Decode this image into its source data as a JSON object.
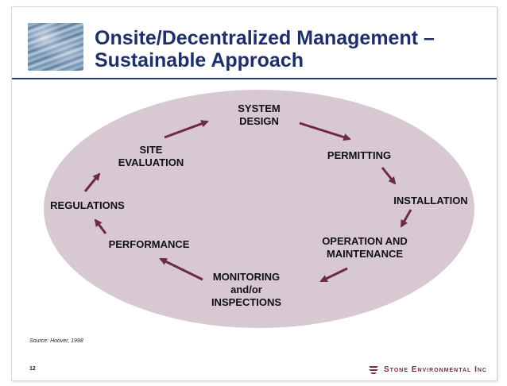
{
  "slide": {
    "title": "Onsite/Decentralized Management –\nSustainable Approach",
    "source": "Source: Hoover, 1998",
    "slide_number": "12",
    "brand_name": "Stone Environmental Inc",
    "colors": {
      "ellipse_fill": "#d8c8d2",
      "arrow": "#6b2a45",
      "title": "#1f2f6b",
      "rule": "#2b3e75"
    },
    "cycle_steps": [
      "SYSTEM\nDESIGN",
      "PERMITTING",
      "INSTALLATION",
      "OPERATION AND\nMAINTENANCE",
      "MONITORING\nand/or\nINSPECTIONS",
      "PERFORMANCE",
      "REGULATIONS",
      "SITE\nEVALUATION"
    ],
    "icons": [
      "water-photo-icon",
      "arrow-icon",
      "stone-logo-icon"
    ]
  }
}
